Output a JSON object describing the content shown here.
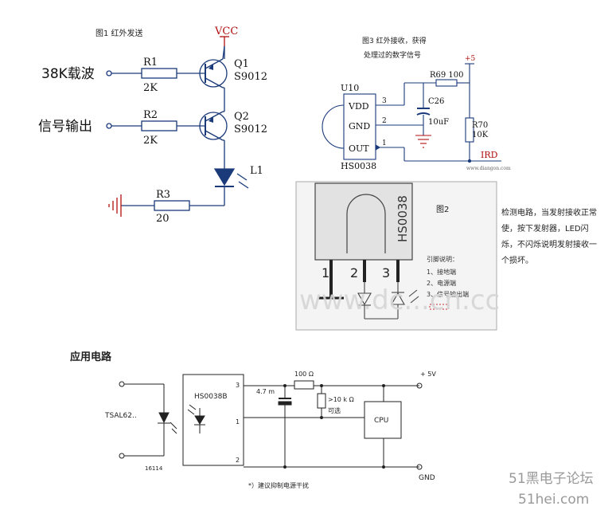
{
  "fig1": {
    "title": "图1 红外发送",
    "vcc": "VCC",
    "in1": "38K载波",
    "in2": "信号输出",
    "r1": "R1",
    "r1v": "2K",
    "r2": "R2",
    "r2v": "2K",
    "r3": "R3",
    "r3v": "20",
    "q1": "Q1",
    "q1m": "S9012",
    "q2": "Q2",
    "q2m": "S9012",
    "l1": "L1"
  },
  "fig3": {
    "title1": "图3 红外接收，获得",
    "title2": "处理过的数字信号",
    "plus": "+5",
    "u10": "U10",
    "vdd": "VDD",
    "gnd": "GND",
    "out": "OUT",
    "p3": "3",
    "p2": "2",
    "p1": "1",
    "chip": "HS0038",
    "r69": "R69 100",
    "c26": "C26",
    "c26v": "10uF",
    "r70": "R70",
    "r70v": "10K",
    "ird": "IRD",
    "site": "www.diangon.com"
  },
  "fig2": {
    "label": "图2",
    "chip": "HS0038",
    "pin1": "1",
    "pin2": "2",
    "pin3": "3",
    "pin_title": "引脚说明：",
    "pin_a": "1、接地端",
    "pin_b": "2、电源端",
    "pin_c": "3、信号输出端",
    "watermark": "www.dc...cn.cc"
  },
  "note": "检测电路，当发射接收正常使，按下发射器，LED闪烁，不闪烁说明发射接收一个损坏。",
  "app": {
    "title": "应用电路",
    "led": "TSAL62..",
    "code": "16114",
    "chip": "HS0038B",
    "p3": "3",
    "p1": "1",
    "p2": "2",
    "r100": "100 Ω",
    "cap": "4.7 m",
    "r10k": ">10 k Ω",
    "opt": "可选",
    "v5": "+ 5V",
    "cpu": "CPU",
    "gnd": "GND",
    "footnote": "*）建议抑制电源干扰"
  },
  "logo": {
    "line1": "51黑电子论坛",
    "line2": "51hei.com"
  }
}
